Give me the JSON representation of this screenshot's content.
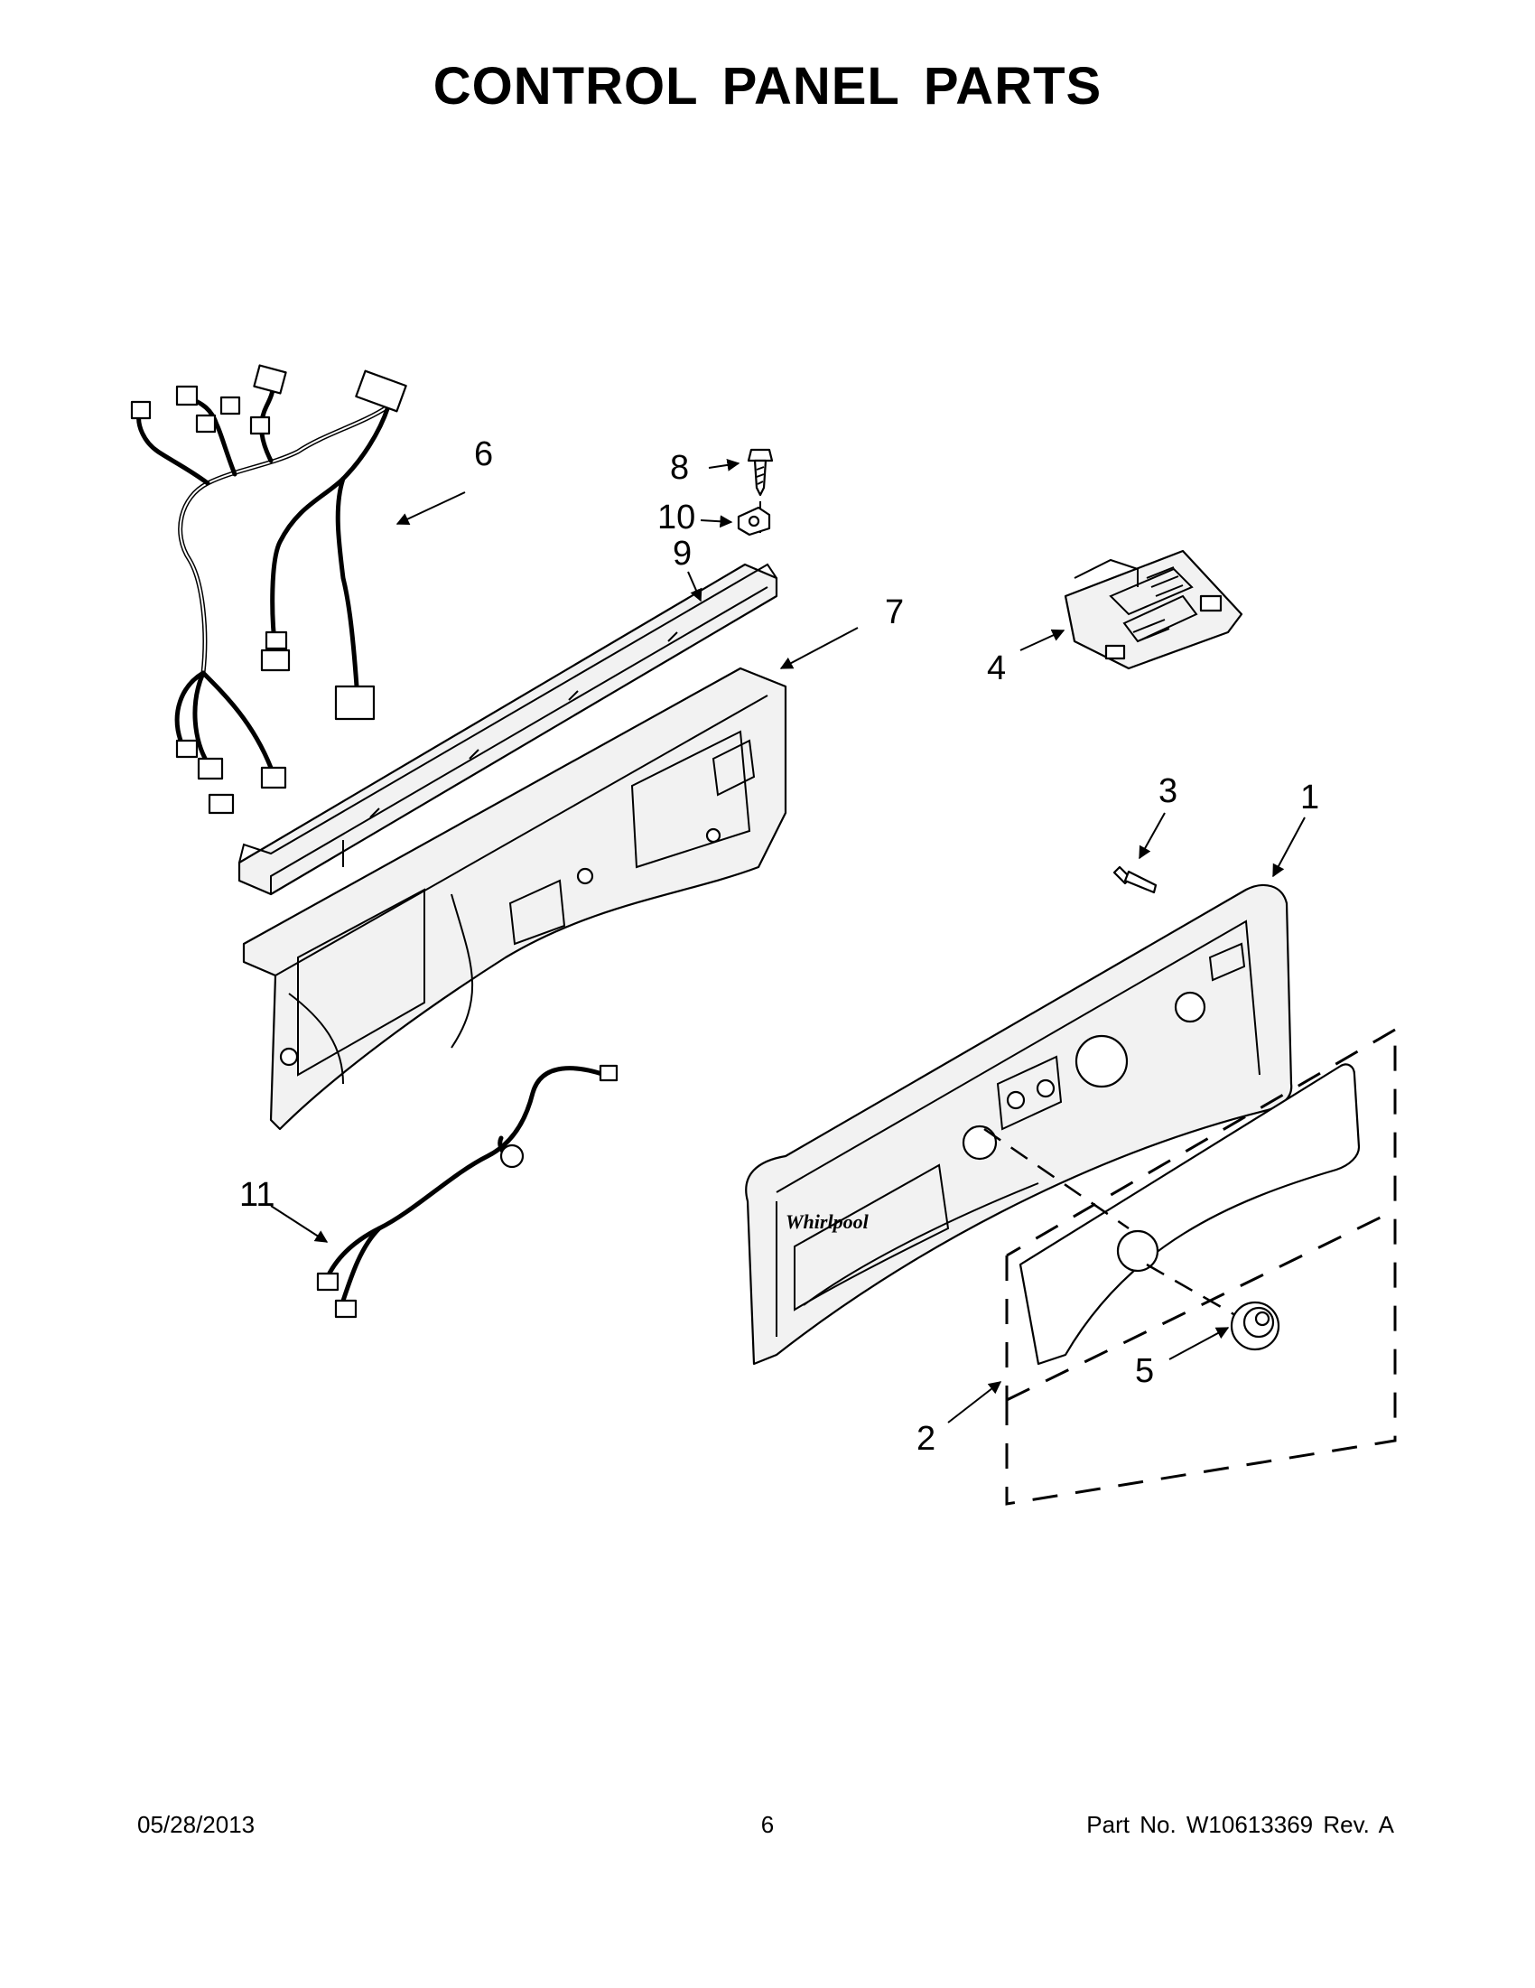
{
  "title": "CONTROL PANEL PARTS",
  "callouts": {
    "c1": "1",
    "c2": "2",
    "c3": "3",
    "c4": "4",
    "c5": "5",
    "c6": "6",
    "c7": "7",
    "c8": "8",
    "c9": "9",
    "c10": "10",
    "c11": "11"
  },
  "footer": {
    "date": "05/28/2013",
    "page": "6",
    "part_number": "Part No.  W10613369  Rev.  A"
  },
  "logo_text": "Whirlpool"
}
